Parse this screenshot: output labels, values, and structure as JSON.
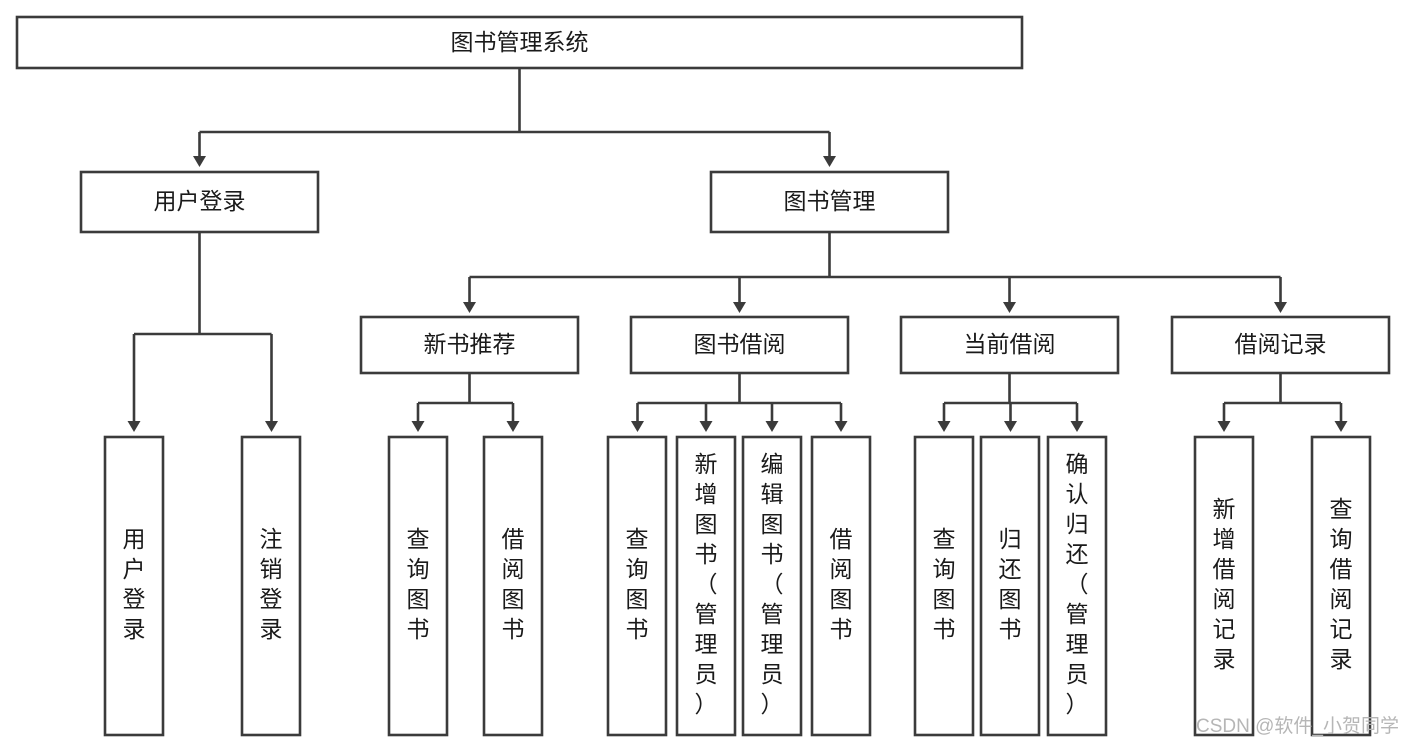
{
  "diagram": {
    "type": "tree-hierarchy-diagram",
    "title": "图书管理系统",
    "watermark": "CSDN @软件_小贺同学",
    "colors": {
      "box_stroke": "#3b3b3b",
      "box_fill": "#ffffff",
      "connector": "#3b3b3b",
      "text": "#1a1a1a",
      "watermark": "#b6b6b6",
      "background": "#ffffff"
    },
    "levels": {
      "root": {
        "id": "root",
        "label": "图书管理系统",
        "orientation": "horizontal"
      },
      "level1": [
        {
          "id": "user-login",
          "label": "用户登录",
          "orientation": "horizontal"
        },
        {
          "id": "book-management",
          "label": "图书管理",
          "orientation": "horizontal"
        }
      ],
      "level2": [
        {
          "id": "new-book-recommend",
          "label": "新书推荐",
          "orientation": "horizontal",
          "parent": "book-management"
        },
        {
          "id": "book-borrow",
          "label": "图书借阅",
          "orientation": "horizontal",
          "parent": "book-management"
        },
        {
          "id": "current-borrow",
          "label": "当前借阅",
          "orientation": "horizontal",
          "parent": "book-management"
        },
        {
          "id": "borrow-record",
          "label": "借阅记录",
          "orientation": "horizontal",
          "parent": "book-management"
        }
      ],
      "leaves": [
        {
          "id": "leaf-user-login",
          "label": "用户登录",
          "orientation": "vertical",
          "parent": "user-login"
        },
        {
          "id": "leaf-logout",
          "label": "注销登录",
          "orientation": "vertical",
          "parent": "user-login"
        },
        {
          "id": "leaf-query-book-1",
          "label": "查询图书",
          "orientation": "vertical",
          "parent": "new-book-recommend"
        },
        {
          "id": "leaf-borrow-book-1",
          "label": "借阅图书",
          "orientation": "vertical",
          "parent": "new-book-recommend"
        },
        {
          "id": "leaf-query-book-2",
          "label": "查询图书",
          "orientation": "vertical",
          "parent": "book-borrow"
        },
        {
          "id": "leaf-add-book",
          "label": "新增图书（管理员）",
          "orientation": "vertical",
          "parent": "book-borrow"
        },
        {
          "id": "leaf-edit-book",
          "label": "编辑图书（管理员）",
          "orientation": "vertical",
          "parent": "book-borrow"
        },
        {
          "id": "leaf-borrow-book-2",
          "label": "借阅图书",
          "orientation": "vertical",
          "parent": "book-borrow"
        },
        {
          "id": "leaf-query-book-3",
          "label": "查询图书",
          "orientation": "vertical",
          "parent": "current-borrow"
        },
        {
          "id": "leaf-return-book",
          "label": "归还图书",
          "orientation": "vertical",
          "parent": "current-borrow"
        },
        {
          "id": "leaf-confirm-return",
          "label": "确认归还（管理员）",
          "orientation": "vertical",
          "parent": "current-borrow"
        },
        {
          "id": "leaf-add-record",
          "label": "新增借阅记录",
          "orientation": "vertical",
          "parent": "borrow-record"
        },
        {
          "id": "leaf-query-record",
          "label": "查询借阅记录",
          "orientation": "vertical",
          "parent": "borrow-record"
        }
      ]
    }
  }
}
